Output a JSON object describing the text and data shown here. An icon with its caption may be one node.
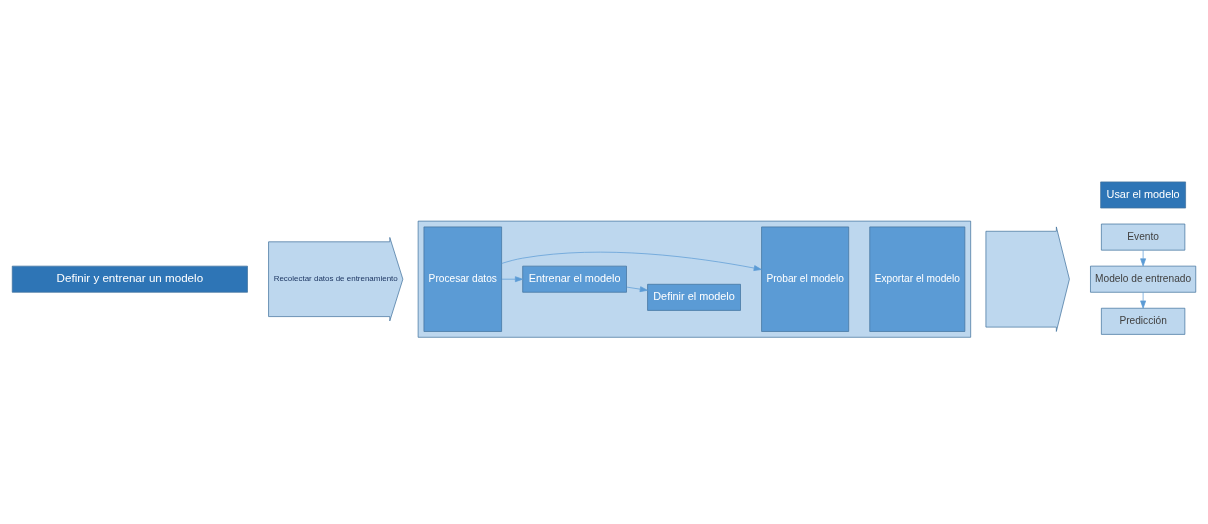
{
  "diagram": {
    "nodes": [
      {
        "text": [
          "Definir y entrenar un modelo"
        ]
      },
      {
        "text": [],
        "shape": "box"
      },
      {
        "text": [
          "Recolectar datos de entrenamiento"
        ]
      },
      {
        "text": [
          "Procesar datos"
        ],
        "in": 1
      },
      {
        "text": [
          "Definir el modelo"
        ],
        "in": 1
      },
      {
        "text": [
          "Entrenar el modelo"
        ],
        "in": 1
      },
      {
        "text": [
          "Probar el modelo"
        ],
        "in": 1
      },
      {
        "text": [
          "Exportar el modelo"
        ],
        "in": 1
      },
      {
        "text": [],
        "shape": "arrow"
      },
      {
        "text": [
          "Usar el modelo"
        ]
      },
      {
        "text": [
          "Evento"
        ]
      },
      {
        "text": [
          "Modelo de entrenado"
        ]
      },
      {
        "text": [
          "Predicción"
        ]
      }
    ],
    "edges": [
      {
        "from": 3,
        "to": 5,
        "arrow": "to"
      },
      {
        "from": 5,
        "to": 4,
        "arrow": "to"
      },
      {
        "from": 3,
        "to": 6,
        "arrow": "to"
      },
      {
        "from": 10,
        "to": 11,
        "arrow": "to"
      },
      {
        "from": 11,
        "to": 12,
        "arrow": "to"
      }
    ]
  }
}
